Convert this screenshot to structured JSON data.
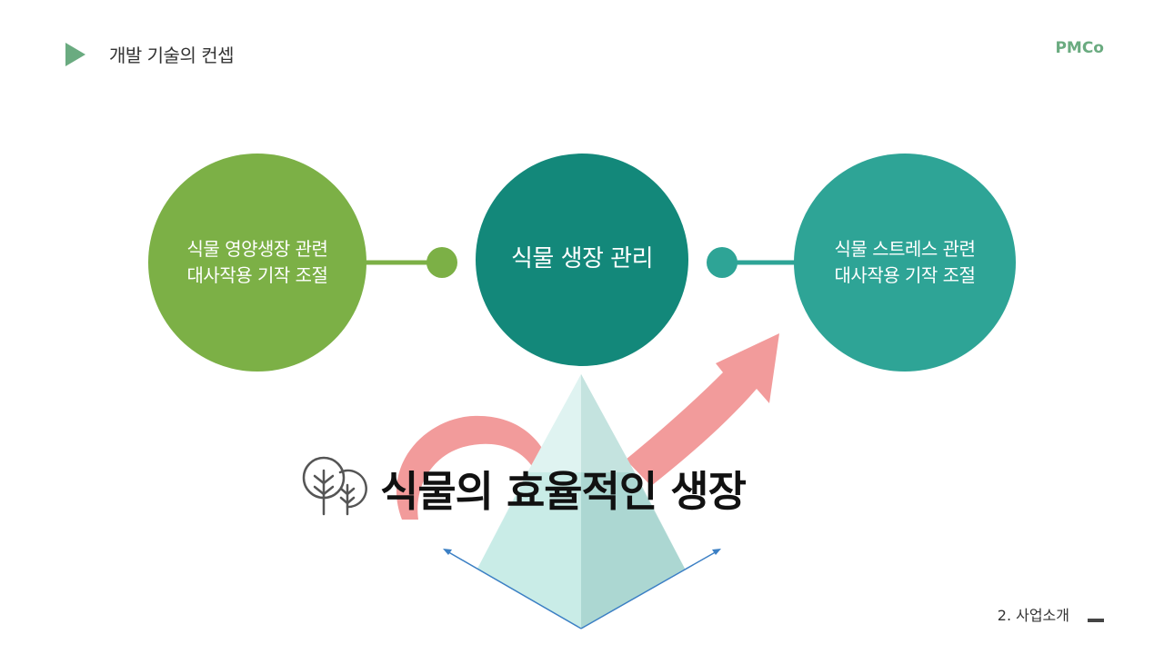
{
  "header": {
    "title": "개발 기술의 컨셉",
    "brand": "PMCo"
  },
  "circles": {
    "left": "식물 영양생장 관련\n대사작용 기작 조절",
    "middle": "식물 생장 관리",
    "right": "식물 스트레스 관련\n대사작용  기작 조절"
  },
  "headline": "식물의 효율적인 생장",
  "footer": {
    "section": "2. 사업소개"
  },
  "colors": {
    "accent_green": "#6aab80",
    "circle_left": "#7cb046",
    "circle_middle": "#13887a",
    "circle_right": "#2ea496",
    "arrow": "#f29b9b",
    "pyramid_light": "#c8ebe6",
    "guide_lines": "#3b7fc4"
  },
  "icons": {
    "header": "play-triangle-icon",
    "headline": "trees-icon"
  }
}
